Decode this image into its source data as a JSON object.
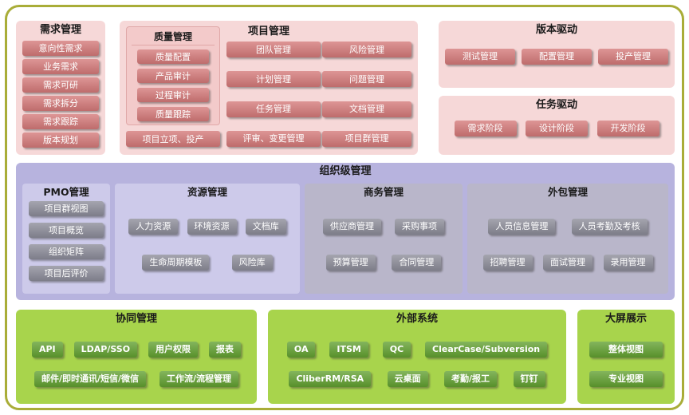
{
  "colors": {
    "frame-border": "#a9ad38",
    "pink-panel": "#f6d8d8",
    "pink-sub": "#f3caca",
    "red-chip": "#d47878",
    "purple-panel": "#b7b3de",
    "purple-sub": "#cdcaea",
    "gray-sub": "#b9b6ca",
    "gray-chip": "#8b8b98",
    "green-panel": "#a8d44c",
    "green-chip": "#61a02f"
  },
  "diagram": {
    "requirements": {
      "title": "需求管理",
      "items": [
        "意向性需求",
        "业务需求",
        "需求可研",
        "需求拆分",
        "需求跟踪",
        "版本规划"
      ]
    },
    "project": {
      "title": "项目管理",
      "quality": {
        "title": "质量管理",
        "items": [
          "质量配置",
          "产品审计",
          "过程审计",
          "质量跟踪"
        ]
      },
      "col_mid": [
        "团队管理",
        "计划管理",
        "任务管理"
      ],
      "col_right": [
        "风险管理",
        "问题管理",
        "文档管理",
        "项目群管理"
      ],
      "bottom_left": "项目立项、投产",
      "bottom_mid": "评审、变更管理"
    },
    "version_driven": {
      "title": "版本驱动",
      "items": [
        "测试管理",
        "配置管理",
        "投产管理"
      ]
    },
    "task_driven": {
      "title": "任务驱动",
      "items": [
        "需求阶段",
        "设计阶段",
        "开发阶段"
      ]
    },
    "org": {
      "title": "组织级管理",
      "pmo": {
        "title": "PMO管理",
        "items": [
          "项目群视图",
          "项目概览",
          "组织矩阵",
          "项目后评价"
        ]
      },
      "resource": {
        "title": "资源管理",
        "row1": [
          "人力资源",
          "环境资源",
          "文档库"
        ],
        "row2": [
          "生命周期模板",
          "风险库"
        ]
      },
      "business": {
        "title": "商务管理",
        "row1": [
          "供应商管理",
          "采购事项"
        ],
        "row2": [
          "预算管理",
          "合同管理"
        ]
      },
      "outsourcing": {
        "title": "外包管理",
        "row1": [
          "人员信息管理",
          "人员考勤及考核"
        ],
        "row2": [
          "招聘管理",
          "面试管理",
          "录用管理"
        ]
      }
    },
    "collaboration": {
      "title": "协同管理",
      "row1": [
        "API",
        "LDAP/SSO",
        "用户权限",
        "报表"
      ],
      "row2": [
        "邮件/即时通讯/短信/微信",
        "工作流/流程管理"
      ]
    },
    "external": {
      "title": "外部系统",
      "row1": [
        "OA",
        "ITSM",
        "QC",
        "ClearCase/Subversion"
      ],
      "row2": [
        "CliberRM/RSA",
        "云桌面",
        "考勤/报工",
        "钉钉"
      ]
    },
    "display": {
      "title": "大屏展示",
      "items": [
        "整体视图",
        "专业视图"
      ]
    }
  }
}
